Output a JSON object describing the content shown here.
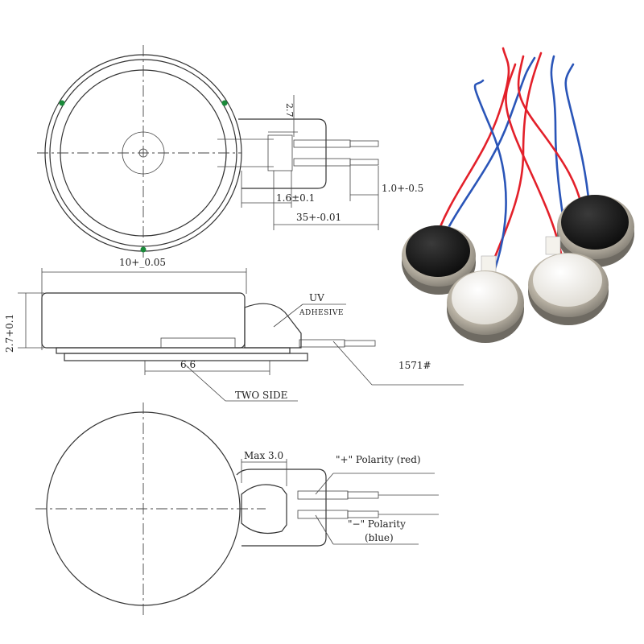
{
  "labels": {
    "dim_thickness_top": "2.7",
    "dim_pin_pitch": "1.6±0.1",
    "dim_strip": "1.0+-0.5",
    "dim_lead_length": "35+-0.01",
    "dim_diameter": "10+_0.05",
    "uv": "UV",
    "adhesive": "ADHESIVE",
    "dim_height": "2.7+0.1",
    "dim_tape": "6.6",
    "part_number": "1571#",
    "two_side": "TWO SIDE",
    "max_solder": "Max 3.0",
    "positive": "\"+\" Polarity (red)",
    "negative_line1": "\"−\" Polarity",
    "negative_line2": "(blue)"
  },
  "colors": {
    "line": "#333333",
    "pad_dot": "#1a8a3a",
    "wire_red": "#e3202a",
    "wire_blue": "#2a55b8",
    "metal": "#b9b2a4",
    "black_face": "#1b1b1b",
    "white_label": "#f4f2ec"
  },
  "icons": {
    "motor_photo": "coin-vibration-motor-photo"
  }
}
